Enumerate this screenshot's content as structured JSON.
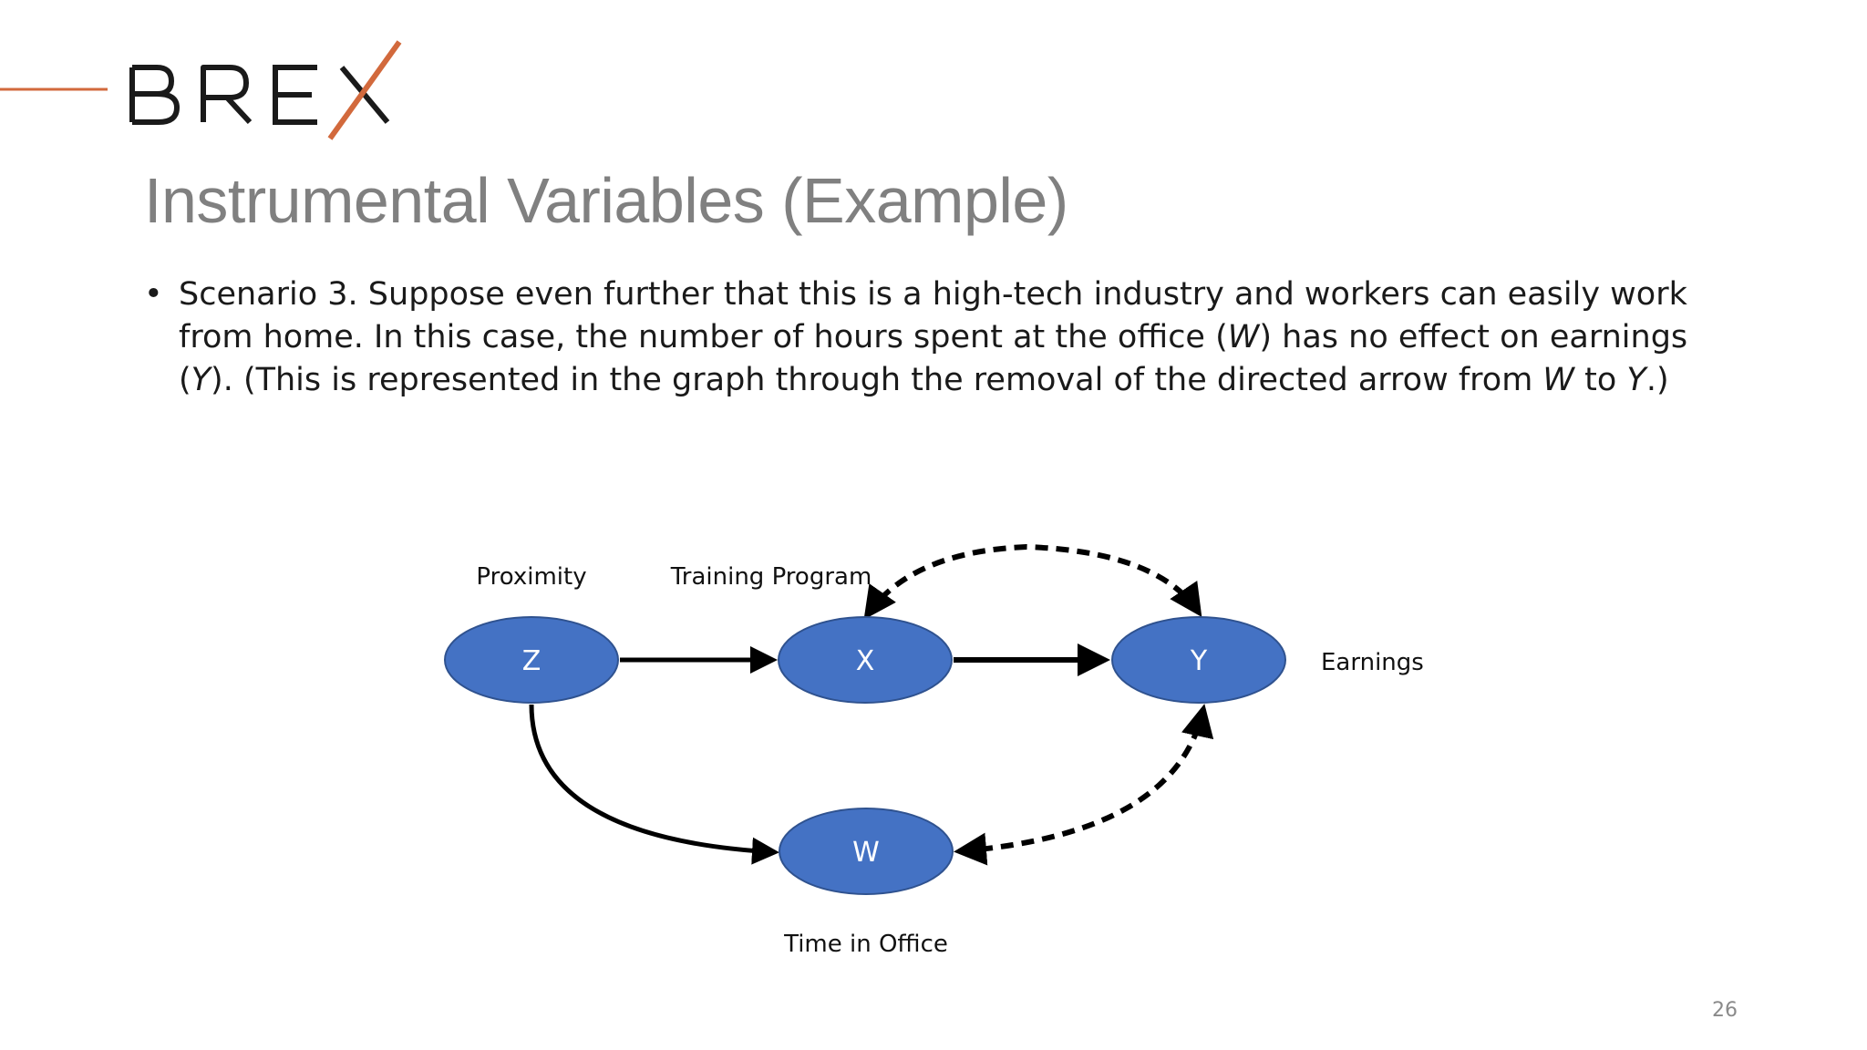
{
  "brand": {
    "logo_text": "BREX",
    "accent_color": "#D2693C",
    "text_color": "#1A1A1A"
  },
  "slide": {
    "title": "Instrumental Variables (Example)",
    "page_number": "26"
  },
  "bullet": {
    "marker": "•",
    "parts": {
      "p1": "Scenario 3. Suppose even further that this is a high-tech industry and workers can easily work from home. In this case, the number of hours spent at the office (",
      "w1": "W",
      "p2": ") has no effect on earnings (",
      "y1": "Y",
      "p3": "). (This is represented in the graph through the removal of the directed arrow from ",
      "w2": "W",
      "p4": " to ",
      "y2": "Y",
      "p5": ".)"
    }
  },
  "diagram": {
    "node_color": "#4472C4",
    "node_stroke": "#2F528F",
    "nodes": {
      "z": {
        "label": "Z",
        "caption": "Proximity"
      },
      "x": {
        "label": "X",
        "caption": "Training Program"
      },
      "y": {
        "label": "Y",
        "caption": "Earnings"
      },
      "w": {
        "label": "W",
        "caption": "Time in Office"
      }
    },
    "edges": [
      {
        "from": "Z",
        "to": "X",
        "style": "solid"
      },
      {
        "from": "X",
        "to": "Y",
        "style": "solid"
      },
      {
        "from": "Z",
        "to": "W",
        "style": "solid"
      },
      {
        "from": "X",
        "to": "Y",
        "style": "dashed-bidirected"
      },
      {
        "from": "W",
        "to": "Y",
        "style": "dashed-bidirected"
      }
    ]
  }
}
